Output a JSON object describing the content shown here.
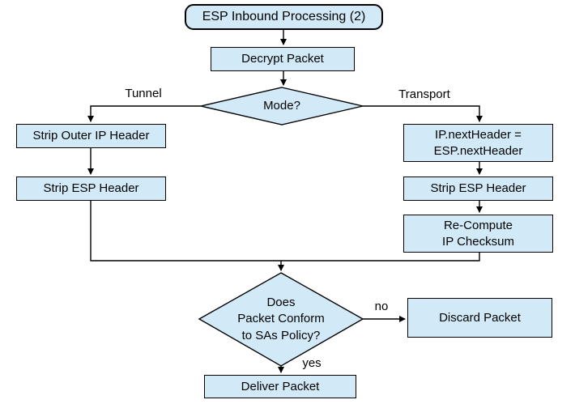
{
  "diagram": {
    "title_node": "ESP Inbound Processing (2)",
    "nodes": {
      "decrypt": "Decrypt Packet",
      "mode": "Mode?",
      "strip_outer": "Strip Outer IP Header",
      "strip_esp_left": "Strip ESP Header",
      "ip_next": "IP.nextHeader =\nESP.nextHeader",
      "strip_esp_right": "Strip ESP Header",
      "recompute": "Re-Compute\nIP Checksum",
      "conform": "Does\nPacket Conform\nto SAs Policy?",
      "discard": "Discard Packet",
      "deliver": "Deliver Packet"
    },
    "edge_labels": {
      "tunnel": "Tunnel",
      "transport": "Transport",
      "no": "no",
      "yes": "yes"
    },
    "colors": {
      "node_fill": "#d2eaf8",
      "node_border": "#000000",
      "background": "#ffffff"
    }
  }
}
